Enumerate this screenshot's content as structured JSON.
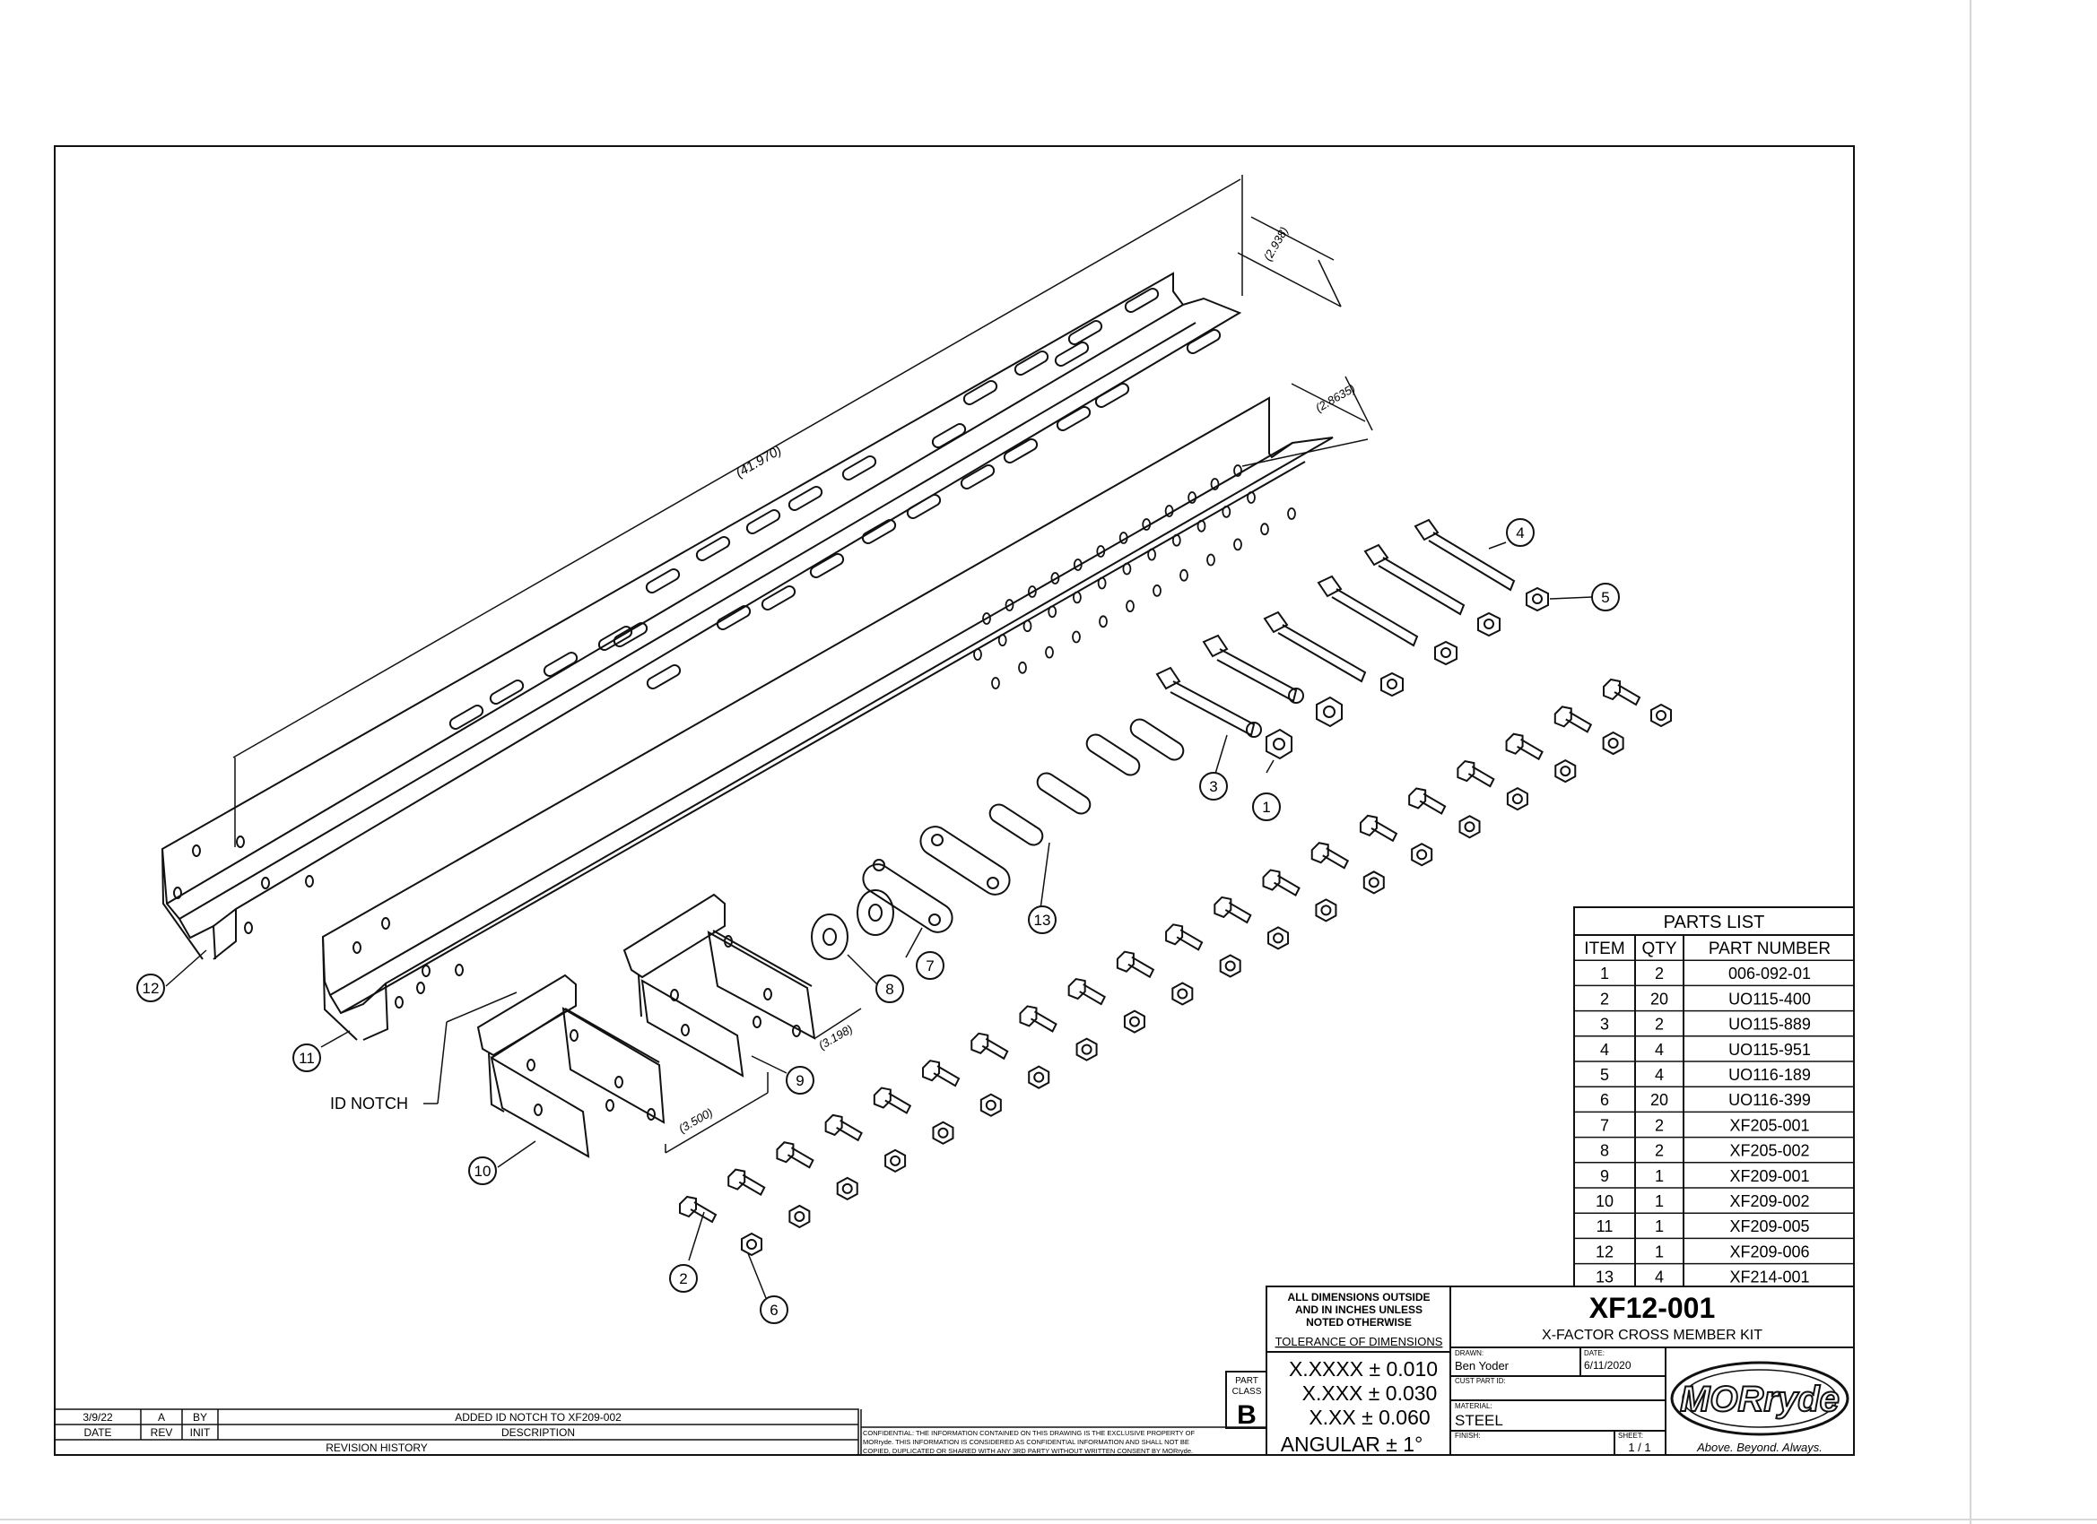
{
  "drawing": {
    "dims": {
      "overall_length": "(41.970)",
      "channel_width_top": "(2.938)",
      "channel_width_lower": "(2.8635)",
      "plate_spacing_a": "(3.198)",
      "plate_spacing_b": "(3.500)"
    },
    "id_notch_label": "ID NOTCH",
    "balloons": [
      "1",
      "2",
      "3",
      "4",
      "5",
      "6",
      "7",
      "8",
      "9",
      "10",
      "11",
      "12",
      "13"
    ]
  },
  "parts_list": {
    "title": "PARTS LIST",
    "headers": [
      "ITEM",
      "QTY",
      "PART NUMBER"
    ],
    "rows": [
      [
        "1",
        "2",
        "006-092-01"
      ],
      [
        "2",
        "20",
        "UO115-400"
      ],
      [
        "3",
        "2",
        "UO115-889"
      ],
      [
        "4",
        "4",
        "UO115-951"
      ],
      [
        "5",
        "4",
        "UO116-189"
      ],
      [
        "6",
        "20",
        "UO116-399"
      ],
      [
        "7",
        "2",
        "XF205-001"
      ],
      [
        "8",
        "2",
        "XF205-002"
      ],
      [
        "9",
        "1",
        "XF209-001"
      ],
      [
        "10",
        "1",
        "XF209-002"
      ],
      [
        "11",
        "1",
        "XF209-005"
      ],
      [
        "12",
        "1",
        "XF209-006"
      ],
      [
        "13",
        "4",
        "XF214-001"
      ]
    ]
  },
  "title_block": {
    "dim_note": [
      "ALL DIMENSIONS OUTSIDE",
      "AND IN INCHES UNLESS",
      "NOTED OTHERWISE"
    ],
    "tol_title": "TOLERANCE OF DIMENSIONS",
    "tolerances": [
      "X.XXXX ± 0.010",
      "X.XXX ± 0.030",
      "X.XX ± 0.060",
      "ANGULAR ± 1°"
    ],
    "part_class_label": [
      "PART",
      "CLASS"
    ],
    "part_class": "B",
    "part_number": "XF12-001",
    "description": "X-FACTOR CROSS MEMBER KIT",
    "drawn_label": "DRAWN:",
    "drawn_value": "Ben Yoder",
    "date_label": "DATE:",
    "date_value": "6/11/2020",
    "cust_label": "CUST PART ID:",
    "cust_value": "",
    "material_label": "MATERIAL:",
    "material_value": "STEEL",
    "finish_label": "FINISH:",
    "finish_value": "",
    "sheet_label": "SHEET:",
    "sheet_value": "1 / 1",
    "confidential": [
      "CONFIDENTIAL: THE INFORMATION CONTAINED ON THIS DRAWING IS THE EXCLUSIVE PROPERTY OF",
      "MORryde. THIS INFORMATION IS CONSIDERED AS CONFIDENTIAL INFORMATION AND SHALL NOT BE",
      "COPIED, DUPLICATED OR SHARED WITH ANY 3RD PARTY WITHOUT WRITTEN CONSENT BY MORryde."
    ],
    "logo_text": "MORryde",
    "tagline": "Above. Beyond. Always."
  },
  "revision": {
    "row": [
      "3/9/22",
      "A",
      "BY",
      "ADDED ID NOTCH TO XF209-002"
    ],
    "headers": [
      "DATE",
      "REV",
      "INIT",
      "DESCRIPTION"
    ],
    "title": "REVISION HISTORY"
  }
}
